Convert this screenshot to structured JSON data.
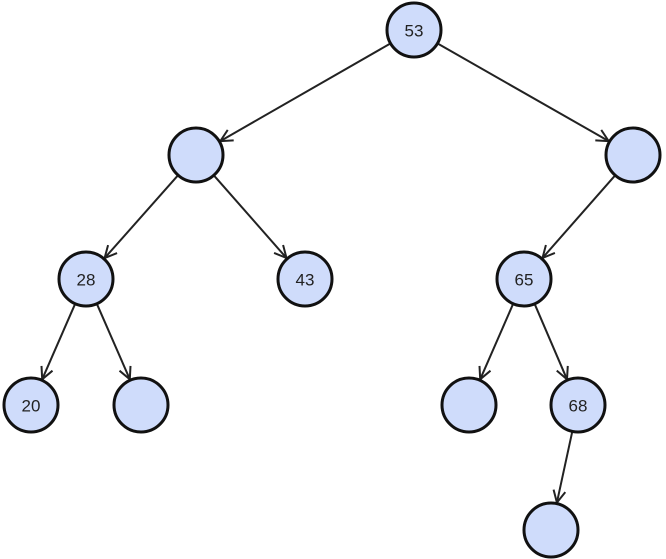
{
  "diagram": {
    "type": "binary-tree",
    "colors": {
      "node_fill": "#cfdcfb",
      "node_stroke": "#111111",
      "edge": "#222222",
      "text": "#222222"
    },
    "nodes": [
      {
        "id": "n53",
        "label": "53"
      },
      {
        "id": "nL",
        "label": ""
      },
      {
        "id": "nR",
        "label": ""
      },
      {
        "id": "n28",
        "label": "28"
      },
      {
        "id": "n43",
        "label": "43"
      },
      {
        "id": "n65",
        "label": "65"
      },
      {
        "id": "n20",
        "label": "20"
      },
      {
        "id": "nE1",
        "label": ""
      },
      {
        "id": "nE2",
        "label": ""
      },
      {
        "id": "n68",
        "label": "68"
      },
      {
        "id": "nE3",
        "label": ""
      }
    ],
    "edges": [
      {
        "from": "n53",
        "to": "nL"
      },
      {
        "from": "n53",
        "to": "nR"
      },
      {
        "from": "nL",
        "to": "n28"
      },
      {
        "from": "nL",
        "to": "n43"
      },
      {
        "from": "nR",
        "to": "n65"
      },
      {
        "from": "n28",
        "to": "n20"
      },
      {
        "from": "n28",
        "to": "nE1"
      },
      {
        "from": "n65",
        "to": "nE2"
      },
      {
        "from": "n65",
        "to": "n68"
      },
      {
        "from": "n68",
        "to": "nE3"
      }
    ]
  }
}
